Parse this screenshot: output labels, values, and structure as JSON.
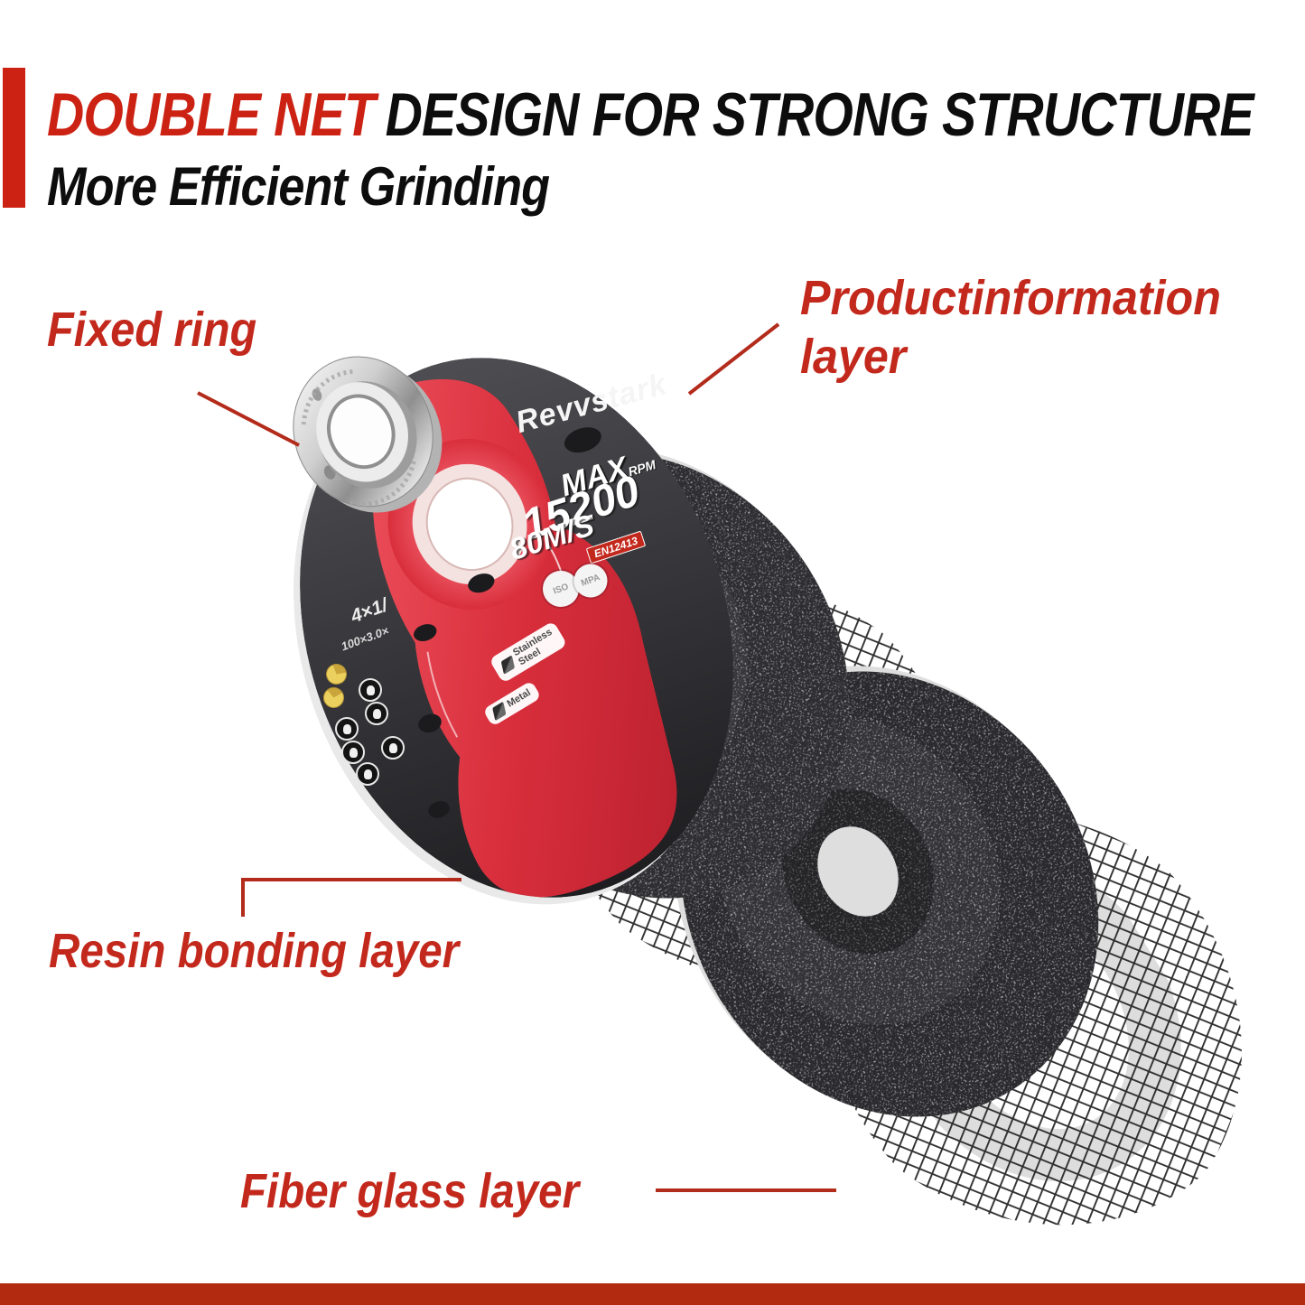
{
  "colors": {
    "accent_red": "#cc2213",
    "label_red": "#c3281c",
    "line_red": "#b32b1b",
    "bottom_bar": "#b22a10",
    "disc_dark": "#2d2d30",
    "disc_label_red": "#d92e3c",
    "yellow_icon": "#ecd05e"
  },
  "header": {
    "title_highlight": "DOUBLE NET",
    "title_rest": "DESIGN FOR STRONG STRUCTURE",
    "subtitle": "More Efficient Grinding"
  },
  "callouts": {
    "fixed_ring": "Fixed ring",
    "product_info_line1": "Productinformation",
    "product_info_line2": "layer",
    "resin": "Resin bonding layer",
    "fiber": "Fiber glass layer"
  },
  "disc_label": {
    "brand": "Revvstark",
    "max_word": "MAX",
    "rpm_word": "RPM",
    "rpm_value": "15200",
    "speed": "80M/S",
    "standard": "EN12413",
    "cert_left": "ISO",
    "cert_right": "MPA",
    "material_1_line1": "Stainless",
    "material_1_line2": "Steel",
    "material_2": "Metal",
    "size_imperial": "4×1/",
    "size_metric": "100×3.0×"
  },
  "icons": {
    "fixed_ring": "metal-flange-ring",
    "mesh_layers": "fiberglass-net-disc",
    "resin_layers": "black-abrasive-disc",
    "safety_pictogram_count": 6,
    "yellow_usage_icon_count": 2
  }
}
